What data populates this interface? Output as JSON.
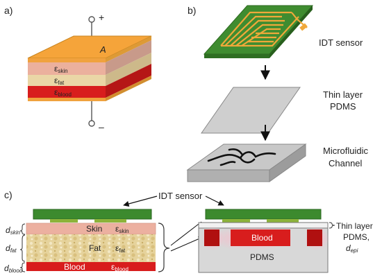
{
  "panels": {
    "a": {
      "label": "a)",
      "plus": "+",
      "minus": "–",
      "area": "A",
      "eps_skin": "ε",
      "sub_skin": "skin",
      "eps_fat": "ε",
      "sub_fat": "fat",
      "eps_blood": "ε",
      "sub_blood": "blood"
    },
    "b": {
      "label": "b)",
      "idt": "IDT sensor",
      "pdms_line1": "Thin layer",
      "pdms_line2": "PDMS",
      "micro_line1": "Microfluidic",
      "micro_line2": "Channel"
    },
    "c": {
      "label": "c)",
      "idt": "IDT sensor",
      "d_skin": "d",
      "d_skin_sub": "skin",
      "d_fat": "d",
      "d_fat_sub": "fat",
      "d_blood": "d",
      "d_blood_sub": "blood",
      "skin": "Skin",
      "eps_skin": "ε",
      "eps_skin_sub": "skin",
      "fat": "Fat",
      "eps_fat": "ε",
      "eps_fat_sub": "fat",
      "blood_left": "Blood",
      "eps_blood": "ε",
      "eps_blood_sub": "blood",
      "blood_right": "Blood",
      "pdms": "PDMS",
      "thin_line1": "Thin layer",
      "thin_line2": "PDMS,",
      "d_epi": "d",
      "d_epi_sub": "epi"
    }
  },
  "colors": {
    "gold": "#f2a53a",
    "skin": "#ecb0a0",
    "fat": "#e8d6a2",
    "blood": "#d91c1c",
    "pcb_green": "#3c8a2e",
    "pdms_grey": "#d6d6d6"
  }
}
